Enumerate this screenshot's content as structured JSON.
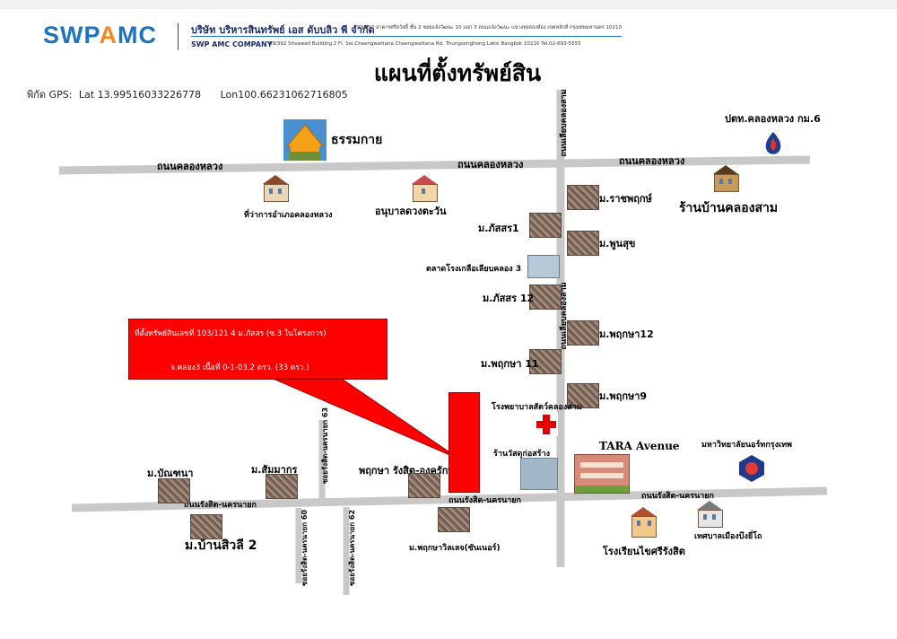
{
  "header": {
    "logo_left": "SWP",
    "logo_a": "A",
    "logo_right": "MC",
    "company_th": "บริษัท บริหารสินทรัพย์ เอส ดับบลิว พี จำกัด",
    "address_th": "99/392 อาคารศรีสวัสดิ์ ชั้น 2 ซอยแจ้งวัฒนะ 10 แยก 3 ถนนแจ้งวัฒนะ แขวงทุ่งสองห้อง เขตหลักสี่ กรุงเทพมหานคร 10210",
    "company_en": "SWP AMC COMPANY",
    "address_en": "99/392 Srisawad Building 2 Fl. Soi.Chaengwattana Chaengwattana Rd. Thungsonghong Laksi Bangkok 10210 Tel.02-693-5555"
  },
  "map_title": "แผนที่ตั้งทรัพย์สิน",
  "gps": {
    "label": "พิกัด GPS:",
    "lat": "Lat 13.99516033226778",
    "lon": "Lon100.66231062716805"
  },
  "callout": {
    "line1": "ที่ตั้งทรัพย์สินเลขที่ 103/121 4 ม.ภัสสร (ซ.3 ในโครงการ)",
    "line2": "จ.คลอง3 เนื้อที่ 0-1-03.2 ตรว. (33 ตรว.)"
  },
  "roads": {
    "khlong_luang_1": "ถนนคลองหลวง",
    "khlong_luang_2": "ถนนคลองหลวง",
    "khlong_luang_3": "ถนนคลองหลวง",
    "rangsit_nakhon_nayok_1": "ถนนรังสิต-นครนายก",
    "rangsit_nakhon_nayok_2": "ถนนรังสิต-นครนายก",
    "rangsit_nakhon_nayok_3": "ถนนรังสิต-นครนายก",
    "vertical_main_top": "ถนนเลียบคลองสาม",
    "vertical_main_mid": "ถนนเลียบคลองสาม",
    "soi_63": "ซอยรังสิต-นครนายก 63",
    "soi_60": "ซอยรังสิต-นครนายก 60",
    "soi_62": "ซอยรังสิต-นครนายก 62"
  },
  "places": {
    "dhammakaya": "ธรรมกาย",
    "ptt": "ปตท.คลองหลวง กม.6",
    "district_office": "ที่ว่าการอำเภอคลองหลวง",
    "kindergarten": "อนุบาลดวงตะวัน",
    "ban_khlong_sam": "ร้านบ้านคลองสาม",
    "m_ratchaphruek": "ม.ราชพฤกษ์",
    "m_phatsorn1": "ม.ภัสสร1",
    "m_phunsuk": "ม.พูนสุข",
    "market": "ตลาดโรงเกลือเลียบคลอง 3",
    "m_phatsorn12": "ม.ภัสสร 12",
    "m_phruksa12": "ม.พฤกษา12",
    "m_phruksa11": "ม.พฤกษา 11",
    "m_phruksa9": "ม.พฤกษา9",
    "hospital": "โรงพยาบาลสัตว์คลองสาม",
    "shop": "ร้านวัสดุก่อสร้าง",
    "tara": "TARA Avenue",
    "university": "มหาวิทยาลัยนอร์ทกรุงเทพ",
    "m_bunchana": "ม.บัณฑนา",
    "m_subsomboon": "ม.สัมมากร",
    "phruksa_rangsit": "พฤกษา รังสิต-องครักษ์",
    "m_ban_siri": "ม.บ้านสิวลี 2",
    "phruksa_ville": "ม.พฤกษาวิลเลจ(ซันเนอร์)",
    "school": "โรงเรียนไขศรีรังสิต",
    "municipality": "เทศบาลเมืองบึงยี่โถ"
  },
  "colors": {
    "road": "#c8c8c8",
    "marker": "#ff0000",
    "logo_blue": "#1e73be",
    "logo_orange": "#f08a24"
  }
}
